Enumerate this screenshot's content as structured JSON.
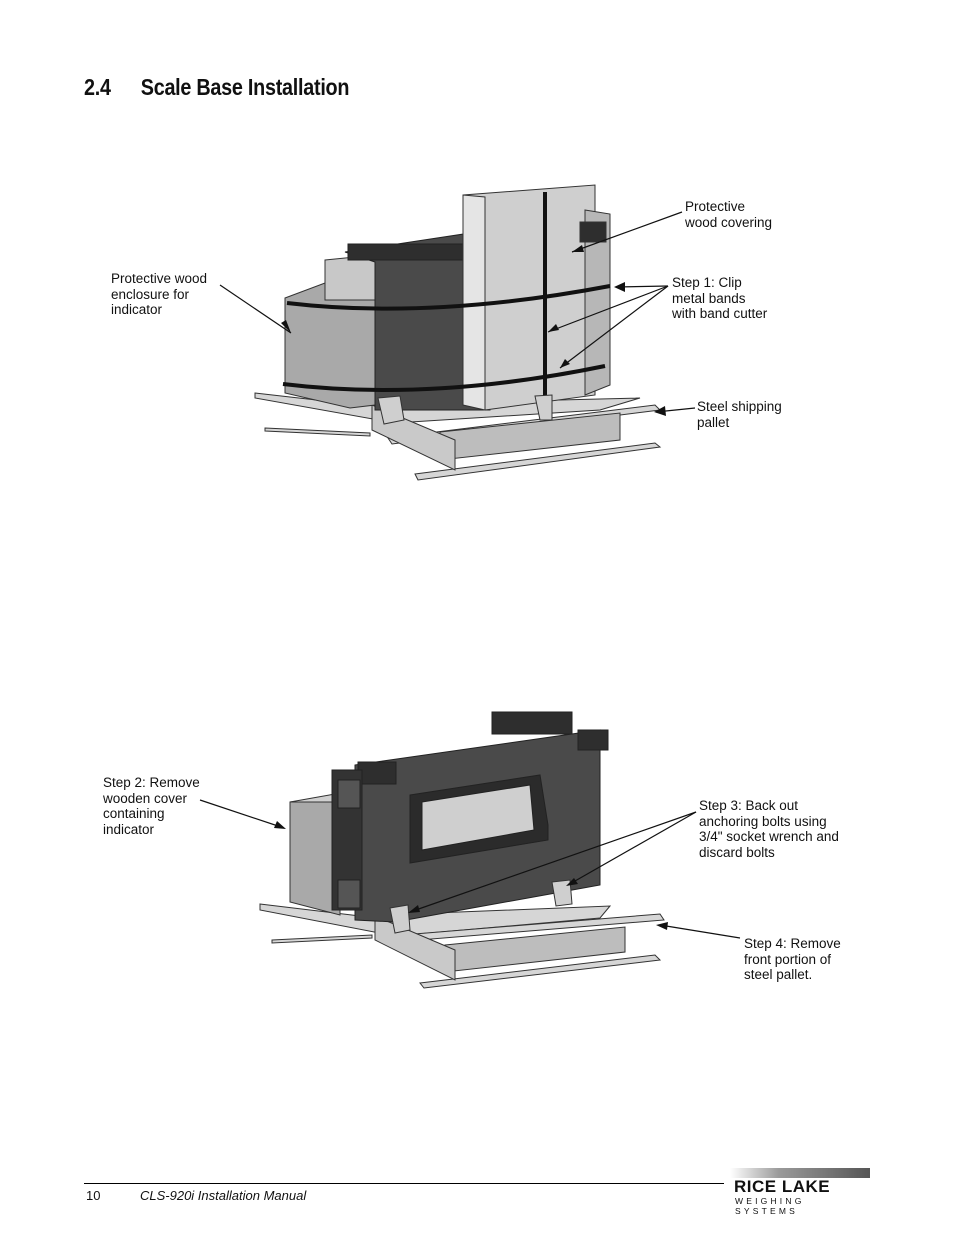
{
  "section": {
    "number": "2.4",
    "title": "Scale Base Installation"
  },
  "figure1": {
    "callouts": {
      "protective_wood_covering": "Protective\nwood covering",
      "protective_wood_enclosure": "Protective wood\nenclosure for\nindicator",
      "step1": "Step 1: Clip\nmetal bands\nwith band cutter",
      "steel_shipping_pallet": "Steel shipping\npallet"
    }
  },
  "figure2": {
    "callouts": {
      "step2": "Step 2: Remove\nwooden cover\ncontaining\nindicator",
      "step3": "Step 3: Back out\nanchoring bolts using\n3/4\" socket wrench and\ndiscard bolts",
      "step4": "Step 4: Remove\nfront portion of\nsteel pallet."
    }
  },
  "footer": {
    "page_number": "10",
    "manual_title": "CLS-920i Installation Manual",
    "logo_name": "RICE LAKE",
    "logo_sub": "WEIGHING SYSTEMS"
  }
}
